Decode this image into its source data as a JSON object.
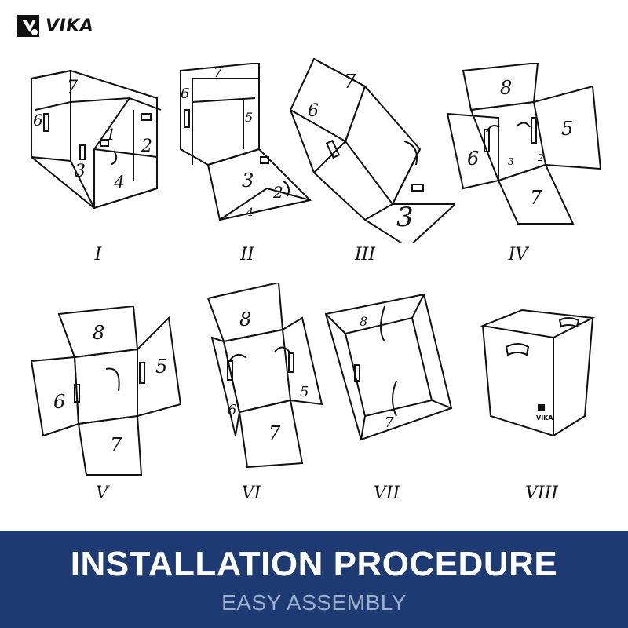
{
  "brand": {
    "name": "VIKA"
  },
  "steps": [
    {
      "label": "I",
      "panels": [
        "7",
        "6",
        "3",
        "4",
        "1",
        "2"
      ]
    },
    {
      "label": "II",
      "panels": [
        "7",
        "6",
        "5",
        "3",
        "2",
        "4"
      ]
    },
    {
      "label": "III",
      "panels": [
        "7",
        "6",
        "3"
      ]
    },
    {
      "label": "IV",
      "panels": [
        "8",
        "6",
        "5",
        "7",
        "3",
        "2"
      ]
    },
    {
      "label": "V",
      "panels": [
        "8",
        "6",
        "5",
        "7"
      ]
    },
    {
      "label": "VI",
      "panels": [
        "8",
        "6",
        "5",
        "7"
      ]
    },
    {
      "label": "VII",
      "panels": [
        "8",
        "7"
      ]
    },
    {
      "label": "VIII",
      "panels": [
        "VIKA"
      ]
    }
  ],
  "banner": {
    "title": "INSTALLATION PROCEDURE",
    "subtitle": "EASY ASSEMBLY",
    "background": "#1e3a72",
    "title_color": "#ffffff",
    "subtitle_color": "#9fb0cc"
  }
}
